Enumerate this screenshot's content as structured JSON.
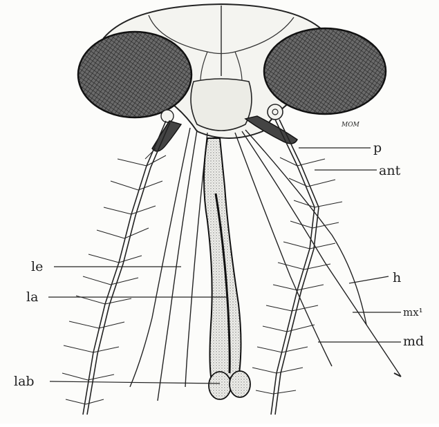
{
  "figure": {
    "signature": "MOM",
    "labels": {
      "p": "p",
      "ant": "ant",
      "h": "h",
      "mx1": "mx¹",
      "md": "md",
      "le": "le",
      "la": "la",
      "lab": "lab"
    }
  }
}
